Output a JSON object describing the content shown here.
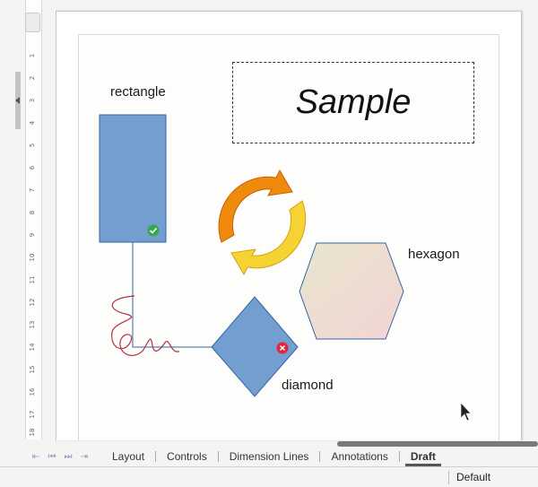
{
  "ruler": {
    "numbers": [
      "1",
      "2",
      "3",
      "4",
      "5",
      "6",
      "7",
      "8",
      "9",
      "10",
      "11",
      "12",
      "13",
      "14",
      "15",
      "16",
      "17",
      "18"
    ]
  },
  "shapes": {
    "rectangle_label": "rectangle",
    "hexagon_label": "hexagon",
    "diamond_label": "diamond",
    "sample_text": "Sample"
  },
  "colors": {
    "shape_fill": "#729fcf",
    "shape_stroke": "#3465a4",
    "arrow_orange": "#f08a0c",
    "arrow_yellow": "#f6d232",
    "freehand": "#b33040",
    "check_badge": "#3aa54a",
    "error_badge": "#e0263c"
  },
  "icons": {
    "rectangle_badge": "check-circle-icon",
    "diamond_badge": "x-circle-icon",
    "cycle": "cycle-arrows-icon",
    "cursor": "mouse-pointer-icon"
  },
  "tabs": {
    "nav": [
      "⇤",
      "⏮",
      "⏭",
      "⇥"
    ],
    "items": [
      {
        "label": "Layout"
      },
      {
        "label": "Controls"
      },
      {
        "label": "Dimension Lines"
      },
      {
        "label": "Annotations"
      },
      {
        "label": "Draft"
      }
    ],
    "active": "Draft"
  },
  "statusbar": {
    "page_style": "Default"
  }
}
